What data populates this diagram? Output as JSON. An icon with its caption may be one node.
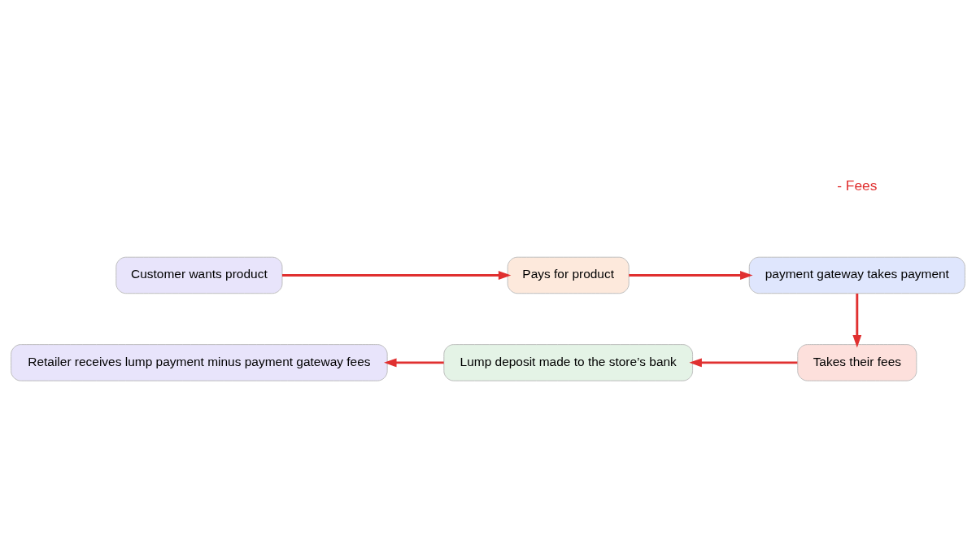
{
  "diagram": {
    "nodes": [
      {
        "text": [
          "Customer wants product"
        ]
      },
      {
        "text": [
          "Pays for product"
        ]
      },
      {
        "text": [
          "payment gateway takes payment"
        ]
      },
      {
        "text": [
          "Takes their fees"
        ]
      },
      {
        "text": [
          "Lump deposit made to the store’s bank"
        ]
      },
      {
        "text": [
          "Retailer receives lump payment minus payment gateway fees"
        ]
      }
    ],
    "edges": [
      {
        "from": 0,
        "to": 1,
        "arrow": "to"
      },
      {
        "from": 1,
        "to": 2,
        "arrow": "to"
      },
      {
        "from": 2,
        "to": 3,
        "arrow": "to"
      },
      {
        "from": 3,
        "to": 4,
        "arrow": "to"
      },
      {
        "from": 4,
        "to": 5,
        "arrow": "to"
      }
    ],
    "labels": [
      "- Fees"
    ]
  }
}
